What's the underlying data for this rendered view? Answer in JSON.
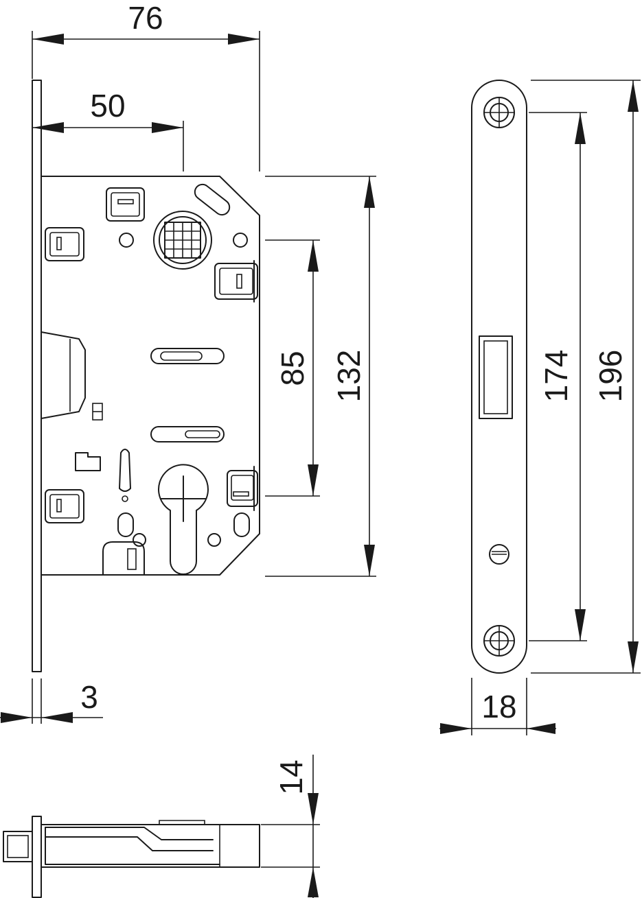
{
  "dimensions": {
    "overall_width": "76",
    "backset": "50",
    "faceplate_thickness": "3",
    "handle_to_cylinder": "85",
    "case_height": "132",
    "screw_spacing": "174",
    "faceplate_height": "196",
    "faceplate_width": "18",
    "latch_projection": "14"
  }
}
